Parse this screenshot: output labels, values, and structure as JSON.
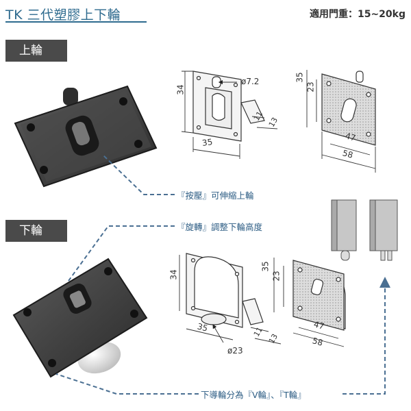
{
  "header": {
    "title": "TK 三代塑膠上下輪",
    "weight_text": "適用門重：15~20kg"
  },
  "sections": {
    "upper": {
      "label": "上輪"
    },
    "lower": {
      "label": "下輪"
    }
  },
  "notes": {
    "press": "『按壓』可伸縮上輪",
    "rotate": "『旋轉』調整下輪高度",
    "wheel_type": "下導輪分為『V輪』、『T輪』"
  },
  "dimensions": {
    "upper_front": {
      "height": "34",
      "width": "35",
      "pin": "ø7.2",
      "d1": "11",
      "d2": "13"
    },
    "upper_back": {
      "h1": "35",
      "h2": "23",
      "w1": "47",
      "w2": "58"
    },
    "lower_front": {
      "height": "34",
      "width": "35",
      "wheel": "ø23",
      "d1": "11",
      "d2": "13"
    },
    "lower_back": {
      "h1": "35",
      "h2": "23",
      "w1": "47",
      "w2": "58"
    }
  },
  "colors": {
    "accent": "#2d6a8e",
    "tag_bg": "#4a4a4a",
    "dashed_line": "#4a6f92"
  }
}
